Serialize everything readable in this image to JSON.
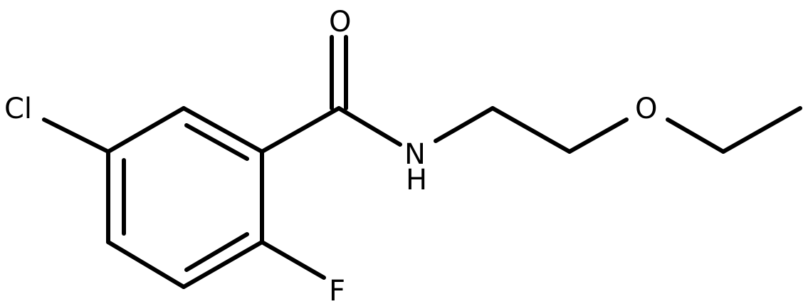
{
  "molecule": {
    "atoms": {
      "chlorine": "Cl",
      "carbonyl_oxygen": "O",
      "amide_nitrogen": "N",
      "amide_hydrogen": "H",
      "ether_oxygen": "O",
      "fluorine": "F"
    },
    "colors": {
      "bond": "#000000",
      "label": "#000000",
      "background": "#ffffff"
    }
  }
}
